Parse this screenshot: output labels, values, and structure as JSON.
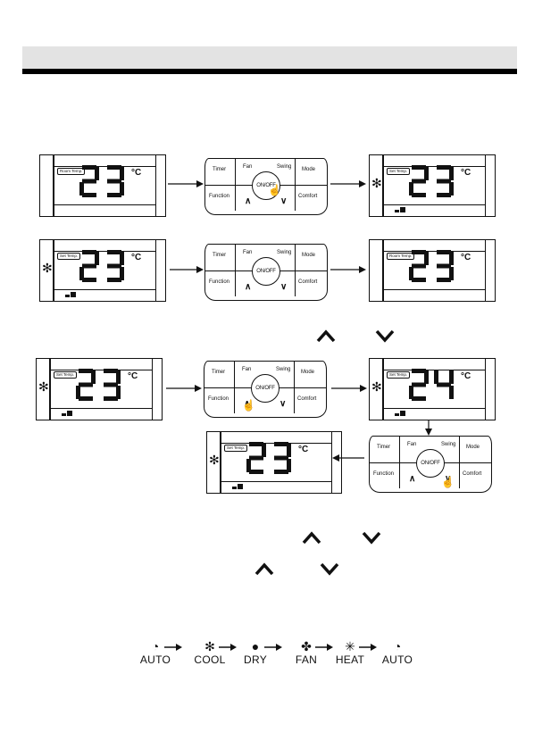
{
  "lcd": {
    "unit": "°C",
    "room_temp_tag": "Room Temp.",
    "set_temp_tag": "Set Temp."
  },
  "keypad": {
    "timer": "Timer",
    "fan": "Fan",
    "onoff": "ON/OFF",
    "swing": "Swing",
    "mode": "Mode",
    "function": "Function",
    "comfort": "Comfort",
    "up_glyph": "∧",
    "down_glyph": "∨",
    "hand_glyph": "☝"
  },
  "icons": {
    "snowflake": "✻",
    "sun": "✳",
    "drop": "●",
    "fan": "✤",
    "auto": "◔"
  },
  "mode_cycle": [
    {
      "label": "AUTO",
      "icon": "auto-icon"
    },
    {
      "label": "COOL",
      "icon": "snowflake-icon"
    },
    {
      "label": "DRY",
      "icon": "drop-icon"
    },
    {
      "label": "FAN",
      "icon": "fan-icon"
    },
    {
      "label": "HEAT",
      "icon": "sun-icon"
    },
    {
      "label": "AUTO",
      "icon": "auto-icon"
    }
  ],
  "displays": [
    {
      "id": "r1a",
      "tag": "Room Temp.",
      "digits": "23",
      "snow": false,
      "bars": false
    },
    {
      "id": "r1b",
      "tag": "Set Temp.",
      "digits": "23",
      "snow": true,
      "bars": true
    },
    {
      "id": "r2a",
      "tag": "Set Temp.",
      "digits": "23",
      "snow": true,
      "bars": true
    },
    {
      "id": "r2b",
      "tag": "Room Temp.",
      "digits": "23",
      "snow": false,
      "bars": false
    },
    {
      "id": "r3a",
      "tag": "Set Temp.",
      "digits": "23",
      "snow": true,
      "bars": true
    },
    {
      "id": "r3b",
      "tag": "Set Temp.",
      "digits": "24",
      "snow": true,
      "bars": true
    },
    {
      "id": "r4a",
      "tag": "Set Temp.",
      "digits": "23",
      "snow": true,
      "bars": true
    }
  ]
}
